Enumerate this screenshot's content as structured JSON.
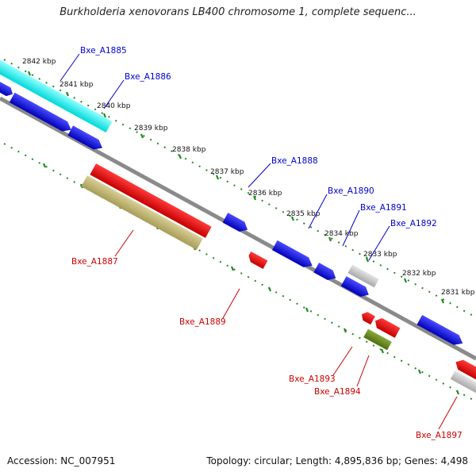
{
  "title": "Burkholderia xenovorans LB400 chromosome 1, complete sequenc...",
  "footer": {
    "accession": "Accession: NC_007951",
    "summary": "Topology: circular; Length: 4,895,836 bp; Genes: 4,498"
  },
  "colors": {
    "forward_label": "#0000cc",
    "reverse_label": "#cc0000",
    "backbone": "#808080",
    "tick": "#228b22"
  },
  "kbp_ticks": [
    "2842 kbp",
    "2841 kbp",
    "2840 kbp",
    "2839 kbp",
    "2838 kbp",
    "2837 kbp",
    "2836 kbp",
    "2835 kbp",
    "2834 kbp",
    "2833 kbp",
    "2832 kbp",
    "2831 kbp"
  ],
  "forward_genes": [
    "Bxe_A1885",
    "Bxe_A1886",
    "Bxe_A1888",
    "Bxe_A1890",
    "Bxe_A1891",
    "Bxe_A1892"
  ],
  "reverse_genes": [
    "Bxe_A1887",
    "Bxe_A1889",
    "Bxe_A1893",
    "Bxe_A1894",
    "Bxe_A1897"
  ]
}
